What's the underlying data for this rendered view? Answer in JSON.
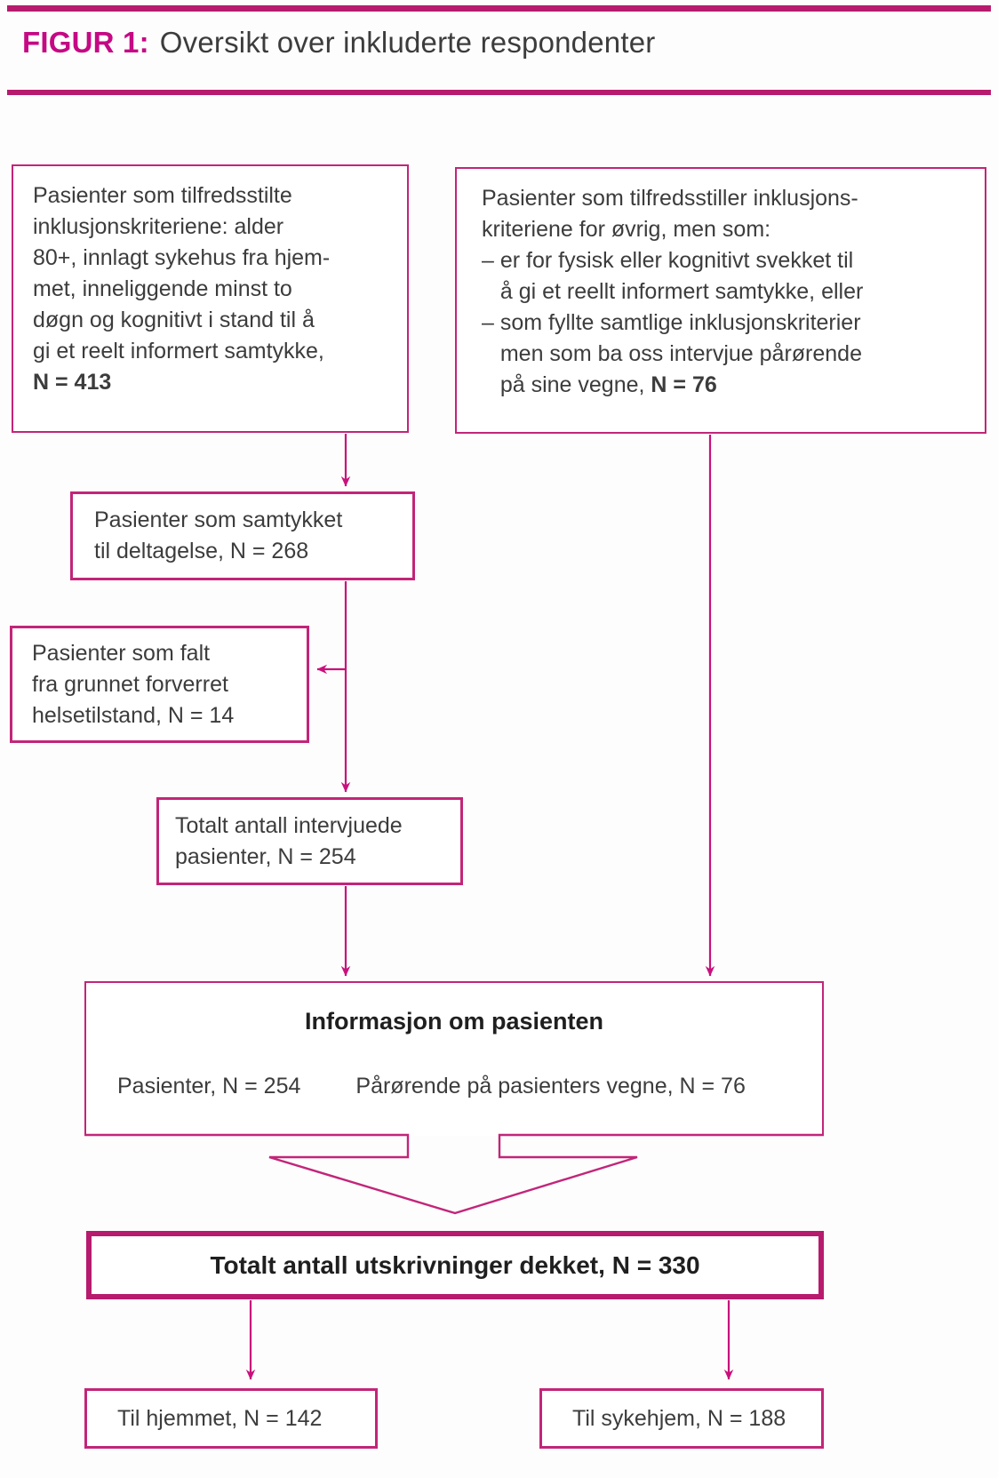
{
  "colors": {
    "accent": "#c22579",
    "accent_strong": "#b71b6e",
    "title_accent": "#c50984",
    "text": "#3c3c3c"
  },
  "header": {
    "label": "FIGUR 1:",
    "title": "Oversikt over inkluderte respondenter"
  },
  "nodes": {
    "eligible": {
      "text": "Pasienter som tilfredsstilte\ninklusjonskriteriene: alder\n80+, innlagt sykehus fra hjem-\nmet, inneliggende minst to\ndøgn og kognitivt i stand til å\ngi et reelt informert samtykke,\n",
      "n": "N = 413"
    },
    "proxy": {
      "text": "Pasienter som tilfredsstiller inklusjons-\nkriteriene for øvrig, men som:\n– er for fysisk eller kognitivt svekket til\n   å gi et reellt informert samtykke, eller\n– som fyllte samtlige inklusjonskriterier\n   men som ba oss intervjue pårørende\n   på sine vegne, ",
      "n": "N = 76"
    },
    "consented": {
      "text": "Pasienter som samtykket\ntil deltagelse, N = 268"
    },
    "dropout": {
      "text": "Pasienter som falt\nfra grunnet forverret\nhelsetilstand, N = 14"
    },
    "interviewed": {
      "text": "Totalt antall intervjuede\npasienter, N = 254"
    },
    "info": {
      "title": "Informasjon om pasienten",
      "patients": "Pasienter, N = 254",
      "relatives": "Pårørende på pasienters vegne, N = 76"
    },
    "total": {
      "text": "Totalt antall utskrivninger dekket, N = 330"
    },
    "home": {
      "text": "Til hjemmet, N = 142"
    },
    "nursing_home": {
      "text": "Til sykehjem, N = 188"
    }
  }
}
